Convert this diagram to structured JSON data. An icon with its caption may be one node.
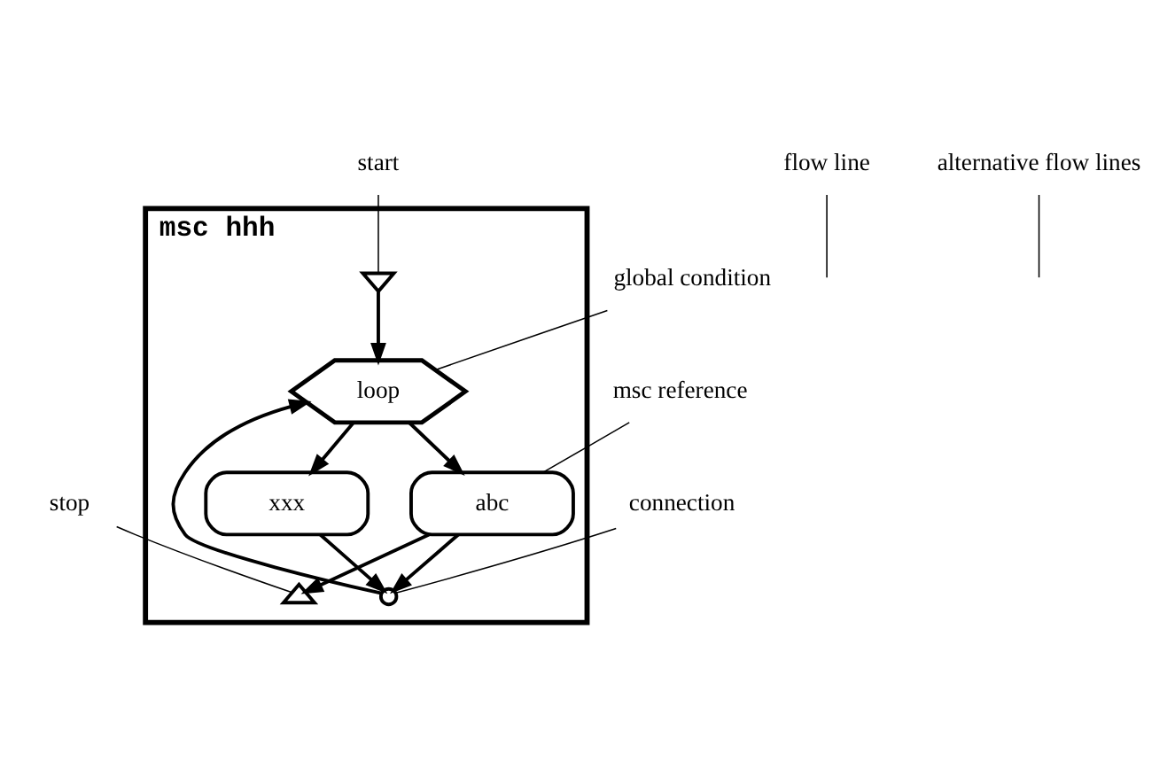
{
  "diagram": {
    "nodes": [
      {
        "text": [
          "msc hhh"
        ]
      },
      {
        "text": [],
        "shape": "triangle",
        "in": 0
      },
      {
        "text": [
          "loop"
        ],
        "in": 0
      },
      {
        "text": [
          "abc"
        ],
        "in": 0
      },
      {
        "text": [
          "xxx"
        ],
        "in": 0
      },
      {
        "text": [],
        "shape": "triangle",
        "in": 0
      },
      {
        "text": [],
        "shape": "circle",
        "in": 0
      },
      {
        "text": [
          "global condition"
        ]
      },
      {
        "text": [
          "start"
        ]
      },
      {
        "text": [
          "flow line"
        ]
      },
      {
        "text": [
          "msc reference"
        ]
      },
      {
        "text": [
          "stop"
        ]
      },
      {
        "text": [
          "alternative flow lines"
        ]
      },
      {
        "text": [
          "connection"
        ]
      }
    ],
    "edges": [
      {
        "from": 1,
        "to": 2,
        "arrow": "to"
      },
      {
        "from": 6,
        "to": 2,
        "arrow": "to"
      },
      {
        "from": 2,
        "to": 3,
        "arrow": "to"
      },
      {
        "from": 2,
        "to": 4,
        "arrow": "to"
      },
      {
        "from": 3,
        "to": 5,
        "arrow": "to"
      },
      {
        "from": 3,
        "to": 6,
        "arrow": "to"
      },
      {
        "from": 4,
        "to": 6,
        "arrow": "to"
      },
      {
        "from": 7,
        "to": 2,
        "arrow": "none"
      },
      {
        "from": 8,
        "to": 1,
        "arrow": "none"
      },
      {
        "from": 9,
        "to": null,
        "arrow": "none"
      },
      {
        "from": 10,
        "to": 3,
        "arrow": "none"
      },
      {
        "from": 11,
        "to": 5,
        "arrow": "none"
      },
      {
        "from": 12,
        "to": null,
        "arrow": "none"
      },
      {
        "from": 13,
        "to": 6,
        "arrow": "none"
      }
    ]
  }
}
